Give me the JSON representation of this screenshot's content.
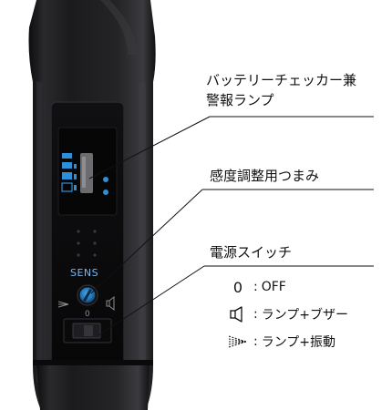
{
  "callouts": {
    "battery": {
      "line1": "バッテリーチェッカー兼",
      "line2": "警報ランプ"
    },
    "sensitivity": {
      "label": "感度調整用つまみ"
    },
    "power_switch": {
      "label": "電源スイッチ"
    }
  },
  "legend": {
    "rows": [
      {
        "symbol": "0",
        "colon": ":",
        "text": "OFF",
        "icon": "zero-symbol"
      },
      {
        "symbol": "",
        "colon": ":",
        "text": "ランプ+ブザー",
        "icon": "speaker-icon"
      },
      {
        "symbol": "",
        "colon": ":",
        "text": "ランプ+振動",
        "icon": "vibration-icon"
      }
    ]
  },
  "device": {
    "sens_label": "SENS",
    "dial_zero": "0"
  },
  "colors": {
    "body": "#1c1c1e",
    "body_highlight": "#3a3a3d",
    "panel": "#0b0b0c",
    "led_blue": "#2e8fd6",
    "callout_line": "#111111"
  }
}
